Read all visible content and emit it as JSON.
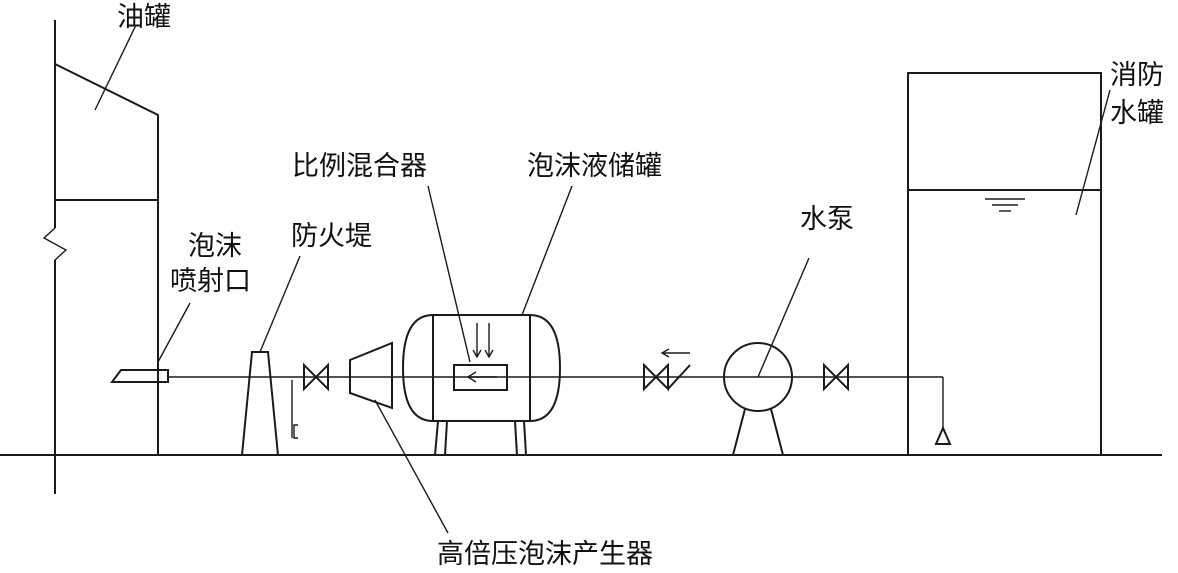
{
  "labels": {
    "oil_tank": "油罐",
    "fire_water_tank_line1": "消防",
    "fire_water_tank_line2": "水罐",
    "proportional_mixer": "比例混合器",
    "foam_liquid_tank": "泡沫液储罐",
    "foam_nozzle_line1": "泡沫",
    "foam_nozzle_line2": "喷射口",
    "fire_dike": "防火堤",
    "water_pump": "水泵",
    "foam_generator": "高倍压泡沫产生器"
  },
  "colors": {
    "line": "#1a1a1a",
    "background": "#ffffff"
  }
}
